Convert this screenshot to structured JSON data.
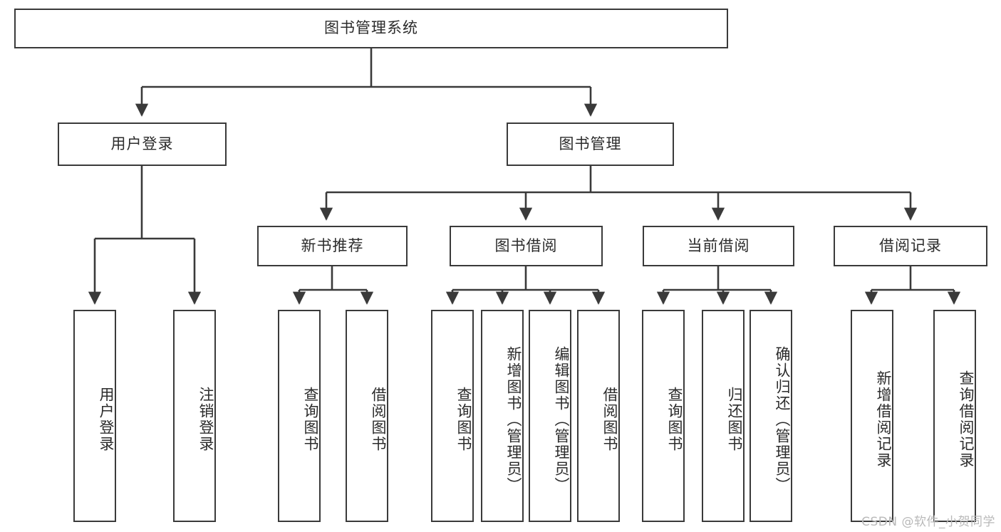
{
  "diagram": {
    "title": "图书管理系统",
    "type": "hierarchy-tree",
    "watermark": "CSDN @软件_小贺同学",
    "colors": {
      "stroke": "#3a3a3a",
      "text": "#2b2b2b",
      "background": "#ffffff",
      "watermark": "#b9b9b9"
    },
    "root": {
      "label": "图书管理系统"
    },
    "level2": [
      {
        "label": "用户登录"
      },
      {
        "label": "图书管理"
      }
    ],
    "level3": [
      {
        "label": "新书推荐",
        "parent": "图书管理"
      },
      {
        "label": "图书借阅",
        "parent": "图书管理"
      },
      {
        "label": "当前借阅",
        "parent": "图书管理"
      },
      {
        "label": "借阅记录",
        "parent": "图书管理"
      }
    ],
    "leaves": {
      "用户登录": [
        {
          "label": "用户登录"
        },
        {
          "label": "注销登录"
        }
      ],
      "新书推荐": [
        {
          "label": "查询图书"
        },
        {
          "label": "借阅图书"
        }
      ],
      "图书借阅": [
        {
          "label": "查询图书"
        },
        {
          "label": "新增图书（管理员）"
        },
        {
          "label": "编辑图书（管理员）"
        },
        {
          "label": "借阅图书"
        }
      ],
      "当前借阅": [
        {
          "label": "查询图书"
        },
        {
          "label": "归还图书"
        },
        {
          "label": "确认归还（管理员）"
        }
      ],
      "借阅记录": [
        {
          "label": "新增借阅记录"
        },
        {
          "label": "查询借阅记录"
        }
      ]
    }
  }
}
